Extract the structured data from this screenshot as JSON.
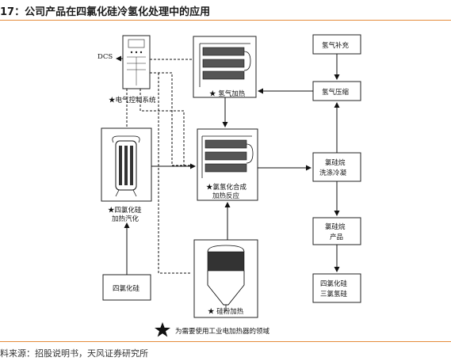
{
  "title": "17：公司产品在四氯化硅冷氢化处理中的应用",
  "source": "料来源：招股说明书，天风证券研究所",
  "legend": {
    "text": "为需要使用工业电加热器的领域"
  },
  "nodes": {
    "dcs": "DCS",
    "control": "★电气控制系统",
    "h2_heat": "★ 氢气加热",
    "h2_supply": "氢气补充",
    "h2_compress": "氢气压缩",
    "stc_vapor_1": "★四氯化硅",
    "stc_vapor_2": "加热汽化",
    "reactor_1": "★氯氢化合成",
    "reactor_2": "加热反应",
    "wash_1": "氯硅烷",
    "wash_2": "洗涤冷凝",
    "product_1": "氯硅烷",
    "product_2": "产品",
    "stc": "四氯化硅",
    "si_heat": "★ 硅粉加热",
    "out_1": "四氯化硅",
    "out_2": "三氯氢硅"
  }
}
